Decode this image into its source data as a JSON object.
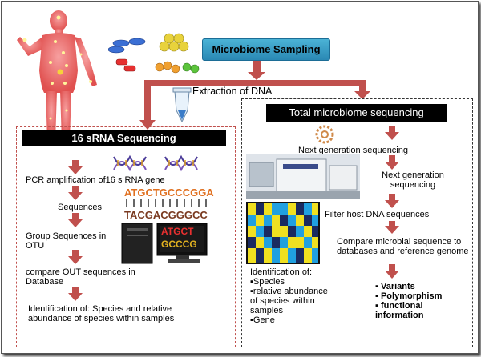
{
  "title": "Microbiome Sampling",
  "extraction": "Extraction of DNA",
  "left": {
    "header": "16 sRNA Sequencing",
    "steps": [
      "PCR amplification of16 s RNA gene",
      "Sequences",
      "Group Sequences in OTU",
      "compare OUT sequences in Database",
      "Identification of: Species and relative abundance of species  within samples"
    ],
    "seq_top": "ATGCTGCCCGGA",
    "seq_bottom": "TACGACGGGCC",
    "screen_top": "ATGCT",
    "screen_bottom": "GCCCG"
  },
  "right": {
    "header": "Total microbiome sequencing",
    "steps": [
      "Next generation sequencing",
      "Next generation sequencing",
      "Filter host DNA sequences",
      "Compare microbial sequence to databases and reference genome"
    ],
    "identification_title": "Identification of:",
    "identification_items": [
      "Species",
      "relative abundance of species within samples",
      "Gene"
    ],
    "variants": [
      "Variants",
      "Polymorphism",
      "functional information"
    ]
  },
  "colors": {
    "arrow_red": "#c0504d",
    "banner": "#000000",
    "sampling_box": "#3a9cc8",
    "body_pink": "#f07a7a"
  }
}
